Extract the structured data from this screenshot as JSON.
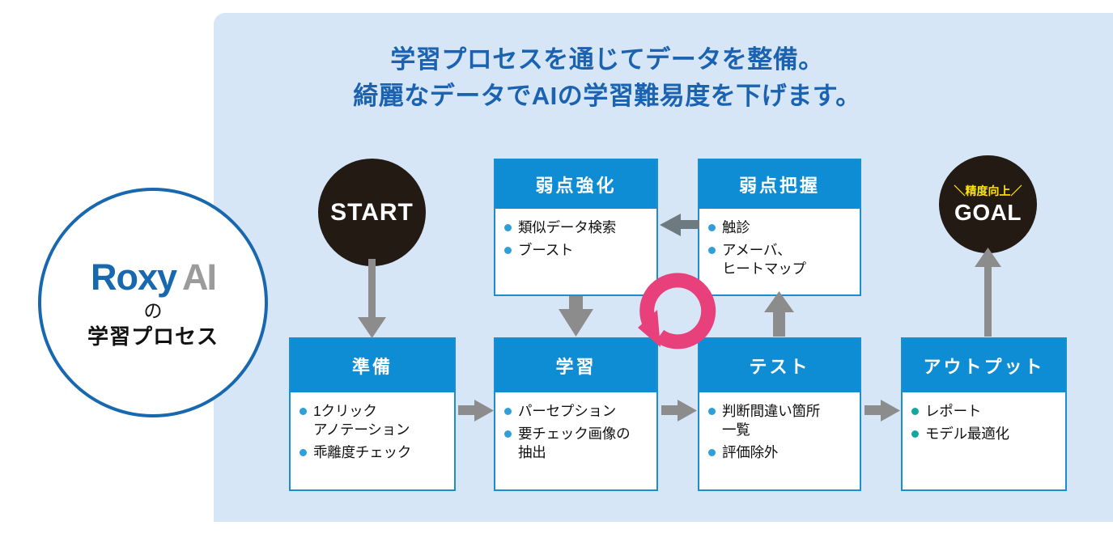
{
  "heading": {
    "line1": "学習プロセスを通じてデータを整備。",
    "line2": "綺麗なデータでAIの学習難易度を下げます。",
    "color": "#1b63b0"
  },
  "logo": {
    "brand_primary": "Roxy",
    "brand_secondary": "AI",
    "particle": "の",
    "subtitle": "学習プロセス",
    "primary_color": "#1868b0",
    "secondary_color": "#9b9b9b",
    "border_color": "#1868b0"
  },
  "start_node": {
    "label": "START",
    "color": "#231a14"
  },
  "goal_node": {
    "kpi_label": "＼精度向上／",
    "label": "GOAL",
    "color": "#231a14",
    "kpi_color": "#ffe400"
  },
  "boxes": [
    {
      "id": "weak-train",
      "title": "弱点強化",
      "items": [
        "類似データ検索",
        "ブースト"
      ],
      "bullet_color": "#2e9fd8"
    },
    {
      "id": "weak-find",
      "title": "弱点把握",
      "items": [
        "触診",
        "アメーバ、\nヒートマップ"
      ],
      "bullet_color": "#2e9fd8"
    },
    {
      "id": "prep",
      "title": "準備",
      "items": [
        "1クリック\nアノテーション",
        "乖離度チェック"
      ],
      "bullet_color": "#2e9fd8"
    },
    {
      "id": "learn",
      "title": "学習",
      "items": [
        "パーセプション",
        "要チェック画像の\n抽出"
      ],
      "bullet_color": "#2e9fd8"
    },
    {
      "id": "test",
      "title": "テスト",
      "items": [
        "判断間違い箇所\n一覧",
        "評価除外"
      ],
      "bullet_color": "#2e9fd8"
    },
    {
      "id": "out",
      "title": "アウトプット",
      "items": [
        "レポート",
        "モデル最適化"
      ],
      "bullet_color": "#13a89e"
    }
  ],
  "theme": {
    "panel_bg": "#d6e6f7",
    "box_header_bg": "#0f8dd4",
    "box_border": "#1b8ed0",
    "arrow_gray": "#8c8c8c",
    "loop_pink": "#e8407a"
  },
  "arrows": [
    {
      "name": "start-to-prep",
      "direction": "down"
    },
    {
      "name": "prep-to-learn",
      "direction": "right"
    },
    {
      "name": "learn-to-test",
      "direction": "right"
    },
    {
      "name": "test-to-out",
      "direction": "right"
    },
    {
      "name": "weak-train-to-learn",
      "direction": "down"
    },
    {
      "name": "test-to-weak-find",
      "direction": "up"
    },
    {
      "name": "weak-find-to-weak-train",
      "direction": "left"
    },
    {
      "name": "out-to-goal",
      "direction": "up"
    },
    {
      "name": "retrain-loop",
      "direction": "counter-clockwise"
    }
  ]
}
